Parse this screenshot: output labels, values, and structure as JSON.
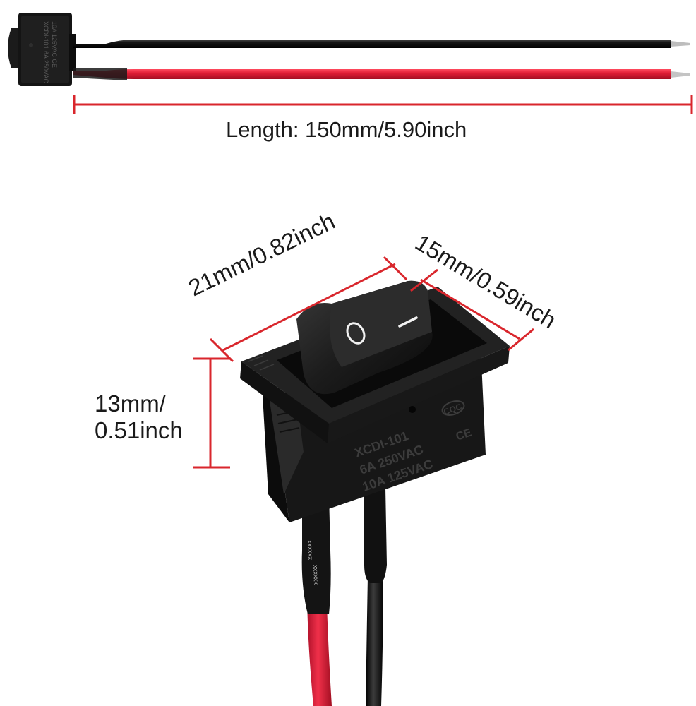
{
  "dimensions": {
    "length": "Length: 150mm/5.90inch",
    "width": "21mm/0.82inch",
    "depth": "15mm/0.59inch",
    "height_line1": "13mm/",
    "height_line2": "0.51inch"
  },
  "switch_markings": {
    "model": "XCDI-101",
    "rating_1": "6A 250VAC",
    "rating_2": "10A 125VAC",
    "cert_1": "CQC",
    "cert_2": "CE",
    "off_symbol": "O",
    "on_symbol": "I"
  },
  "colors": {
    "dimension_line": "#d9262c",
    "switch_body": "#121212",
    "wire_black": "#111111",
    "wire_red": "#e01d35",
    "background": "#ffffff"
  }
}
